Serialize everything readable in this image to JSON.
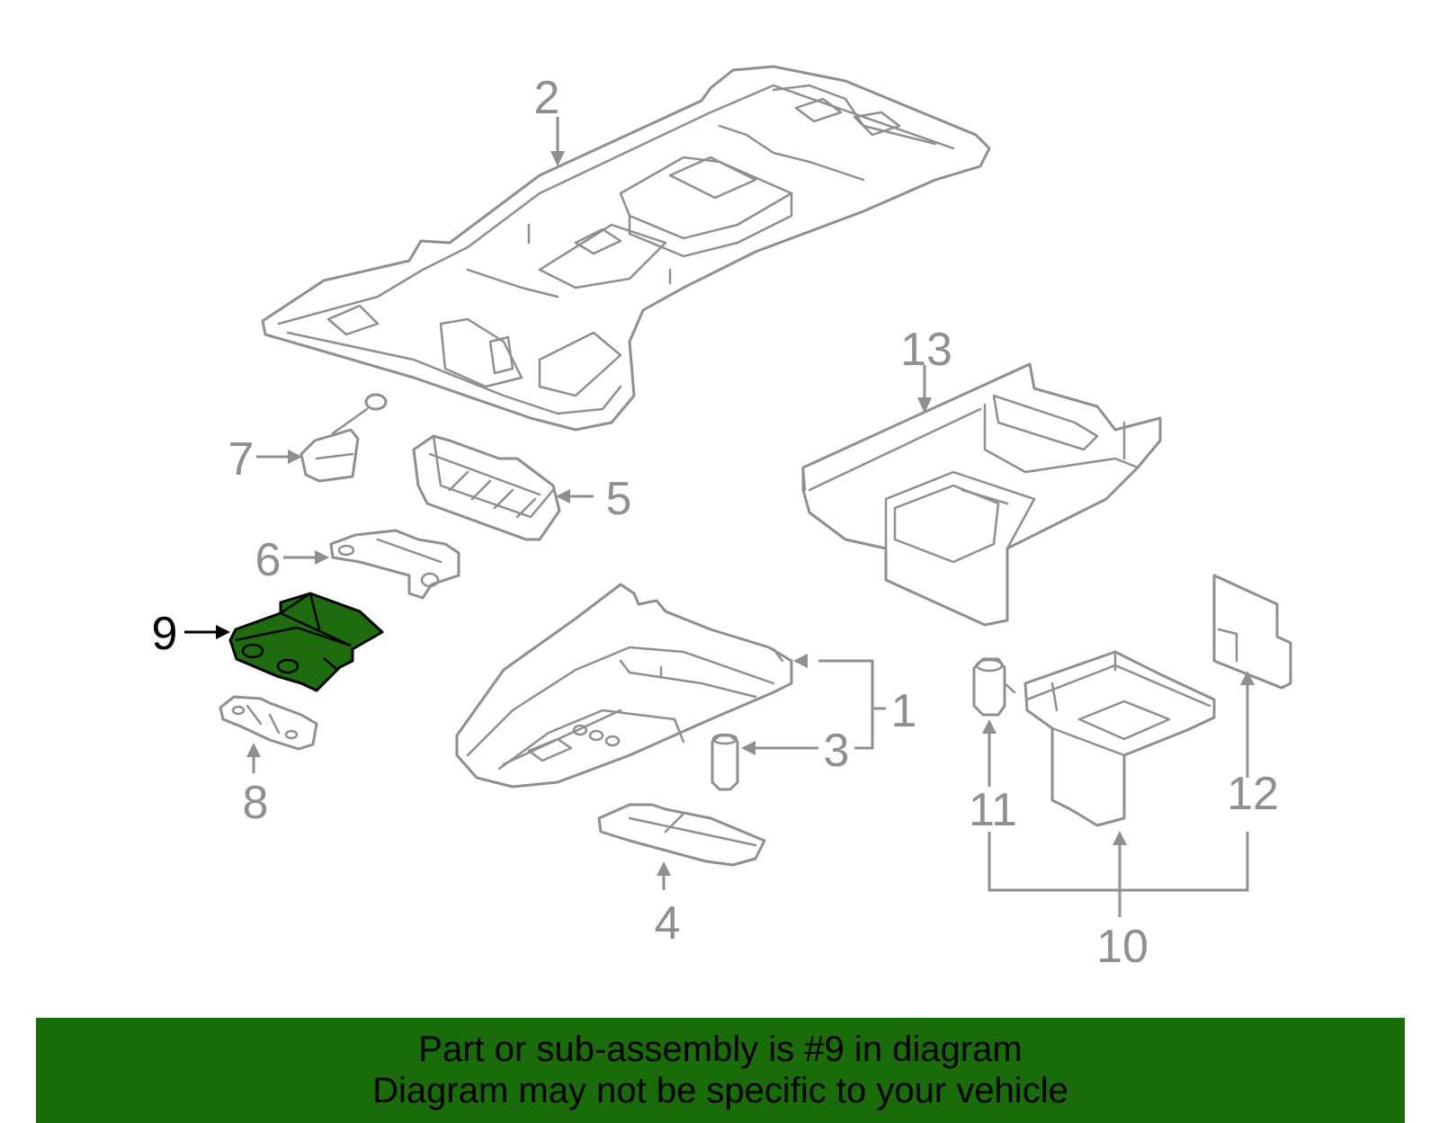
{
  "callouts": {
    "c1": "1",
    "c2": "2",
    "c3": "3",
    "c4": "4",
    "c5": "5",
    "c6": "6",
    "c7": "7",
    "c8": "8",
    "c9": "9",
    "c10": "10",
    "c11": "11",
    "c12": "12",
    "c13": "13"
  },
  "highlighted_part": "9",
  "colors": {
    "banner_background": "#1a6b0a",
    "highlight_fill": "#1e6b10",
    "line_art": "#8f8f8f"
  },
  "banner": {
    "line1": "Part or sub-assembly is #9 in diagram",
    "line2": "Diagram may not be specific to your vehicle"
  }
}
